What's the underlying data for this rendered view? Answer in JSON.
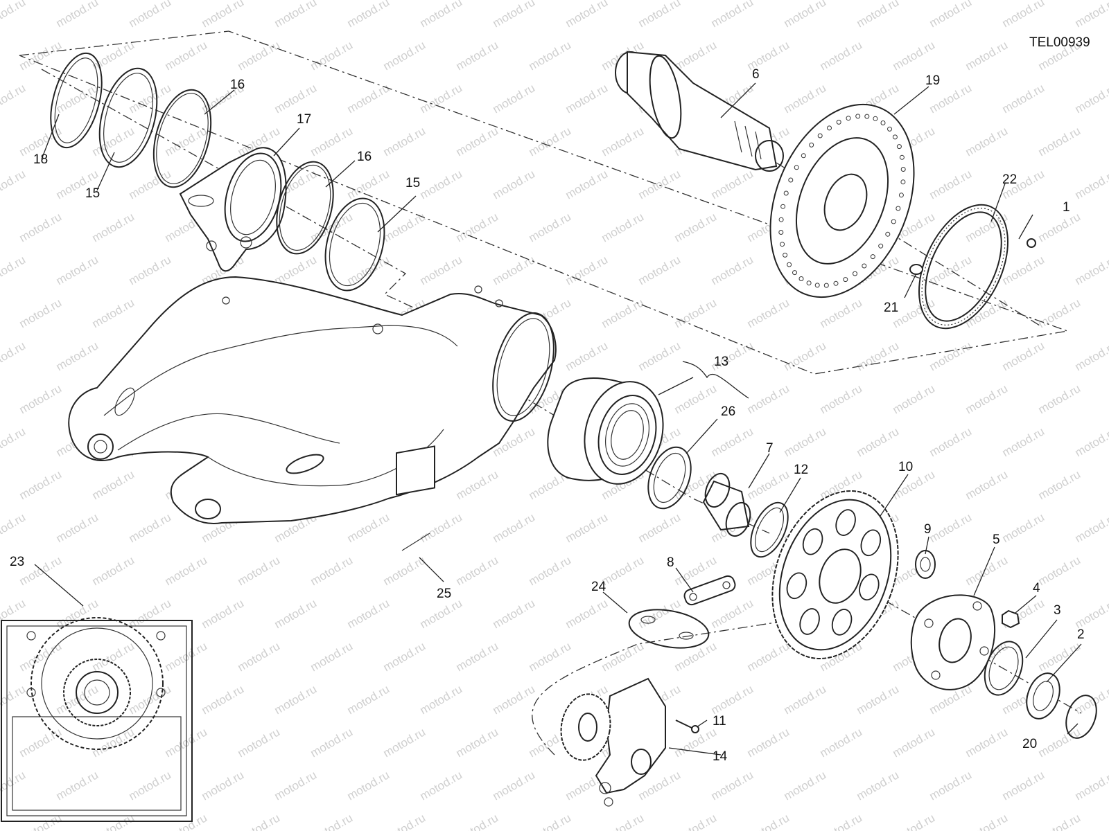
{
  "diagram_code": "TEL00939",
  "watermark_text": "motod.ru",
  "callouts": [
    "1",
    "2",
    "3",
    "4",
    "5",
    "6",
    "7",
    "8",
    "9",
    "10",
    "11",
    "12",
    "13",
    "14",
    "15",
    "16",
    "17",
    "18",
    "19",
    "20",
    "21",
    "22",
    "23",
    "24",
    "25",
    "26"
  ]
}
